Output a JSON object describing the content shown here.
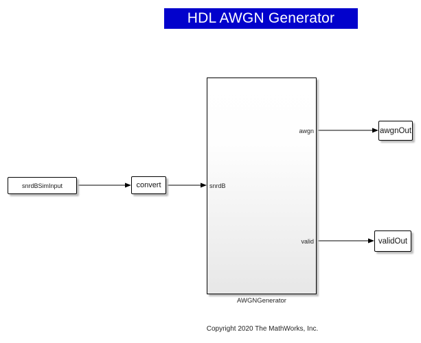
{
  "colors": {
    "banner_bg": "#0202CC",
    "banner_text": "#FFFFFF",
    "block_border": "#000000",
    "wire": "#000000"
  },
  "banner": {
    "title": "HDL AWGN Generator"
  },
  "blocks": {
    "sim_input": {
      "label": "snrdBSimInput"
    },
    "convert": {
      "label": "convert"
    },
    "subsystem": {
      "label": "AWGNGenerator",
      "ports": {
        "snrdB": "snrdB",
        "awgn": "awgn",
        "valid": "valid"
      }
    },
    "awgn_out": {
      "label": "awgnOut"
    },
    "valid_out": {
      "label": "validOut"
    }
  },
  "footer": {
    "copyright": "Copyright 2020 The MathWorks, Inc."
  }
}
